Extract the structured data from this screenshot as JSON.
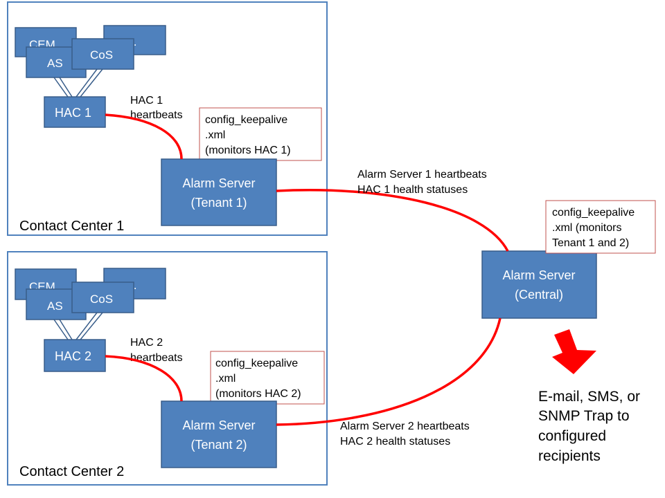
{
  "contact_center_1": {
    "label": "Contact Center 1",
    "components": {
      "cem": "CEM",
      "more": "..",
      "as": "AS",
      "cos": "CoS"
    },
    "hac": "HAC 1",
    "heartbeat_line1": "HAC 1",
    "heartbeat_line2": "heartbeats",
    "config_note": {
      "line1": "config_keepalive",
      "line2": ".xml",
      "line3": "(monitors HAC 1)"
    },
    "alarm_server": {
      "line1": "Alarm Server",
      "line2": "(Tenant 1)"
    }
  },
  "contact_center_2": {
    "label": "Contact Center 2",
    "components": {
      "cem": "CEM",
      "more": "..",
      "as": "AS",
      "cos": "CoS"
    },
    "hac": "HAC 2",
    "heartbeat_line1": "HAC 2",
    "heartbeat_line2": "heartbeats",
    "config_note": {
      "line1": "config_keepalive",
      "line2": ".xml",
      "line3": "(monitors HAC 2)"
    },
    "alarm_server": {
      "line1": "Alarm Server",
      "line2": "(Tenant 2)"
    }
  },
  "link_1_label": {
    "line1": "Alarm Server 1 heartbeats",
    "line2": "HAC 1 health statuses"
  },
  "link_2_label": {
    "line1": "Alarm Server 2 heartbeats",
    "line2": "HAC 2 health statuses"
  },
  "central": {
    "alarm_server": {
      "line1": "Alarm Server",
      "line2": "(Central)"
    },
    "config_note": {
      "line1": "config_keepalive",
      "line2": ".xml (monitors",
      "line3": "Tenant 1 and 2)"
    }
  },
  "notification": {
    "line1": "E-mail, SMS, or",
    "line2": "SNMP Trap to",
    "line3": "configured",
    "line4": "recipients"
  },
  "colors": {
    "box_fill": "#4f81bd",
    "box_border": "#385d8a",
    "link": "#ff0000",
    "note_border": "#c0504d",
    "arrow": "#ff0000"
  }
}
